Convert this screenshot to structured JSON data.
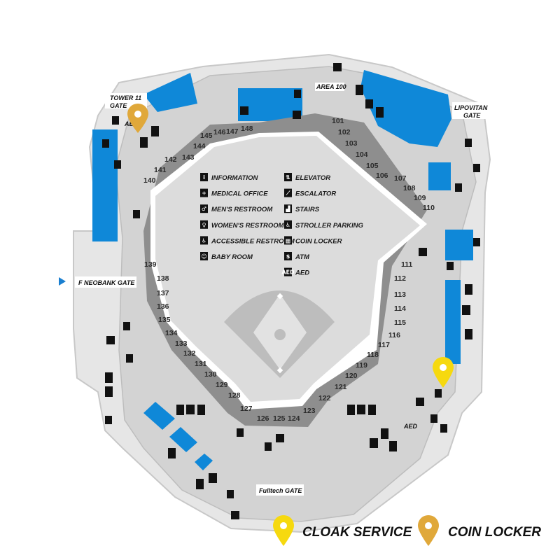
{
  "colors": {
    "concourse": "#d3d3d3",
    "outline": "#c8c8c8",
    "seat_section": "#8e8e8e",
    "blue_area": "#0f88d8",
    "field": "#ffffff",
    "dirt": "#e2e2e2",
    "cloak_pin": "#f6d90f",
    "locker_pin": "#e0a83a",
    "gate_arrow": "#1a7fd0"
  },
  "gates": {
    "tower11": "TOWER 11 GATE",
    "tower11_line1": "TOWER 11",
    "tower11_line2": "GATE",
    "lipovitan_line1": "LIPOVITAN",
    "lipovitan_line2": "GATE",
    "neobank": "F NEOBANK GATE",
    "fulltech": "Fulltech GATE",
    "area100": "AREA 100"
  },
  "sections": [
    "101",
    "102",
    "103",
    "104",
    "105",
    "106",
    "107",
    "108",
    "109",
    "110",
    "111",
    "112",
    "113",
    "114",
    "115",
    "116",
    "117",
    "118",
    "119",
    "120",
    "121",
    "122",
    "123",
    "124",
    "125",
    "126",
    "127",
    "128",
    "129",
    "130",
    "131",
    "132",
    "133",
    "134",
    "135",
    "136",
    "137",
    "138",
    "139",
    "140",
    "141",
    "142",
    "143",
    "144",
    "145",
    "146",
    "147",
    "148"
  ],
  "legend": [
    {
      "icon": "information-icon",
      "glyph": "i",
      "label": "INFORMATION"
    },
    {
      "icon": "medical-office-icon",
      "glyph": "+",
      "label": "MEDICAL OFFICE"
    },
    {
      "icon": "mens-restroom-icon",
      "glyph": "♂",
      "label": "MEN'S RESTROOM"
    },
    {
      "icon": "womens-restroom-icon",
      "glyph": "♀",
      "label": "WOMEN'S RESTROOM"
    },
    {
      "icon": "accessible-restroom-icon",
      "glyph": "♿",
      "label": "ACCESSIBLE RESTROOM"
    },
    {
      "icon": "baby-room-icon",
      "glyph": "☺",
      "label": "BABY ROOM"
    },
    {
      "icon": "elevator-icon",
      "glyph": "⇅",
      "label": "ELEVATOR"
    },
    {
      "icon": "escalator-icon",
      "glyph": "⟋",
      "label": "ESCALATOR"
    },
    {
      "icon": "stairs-icon",
      "glyph": "▟",
      "label": "STAIRS"
    },
    {
      "icon": "stroller-parking-icon",
      "glyph": "♿",
      "label": "STROLLER PARKING"
    },
    {
      "icon": "coin-locker-icon",
      "glyph": "▦",
      "label": "COIN LOCKER"
    },
    {
      "icon": "atm-icon",
      "glyph": "$",
      "label": "ATM"
    },
    {
      "icon": "aed-icon",
      "glyph": "AED",
      "label": "AED"
    }
  ],
  "pin_legend": {
    "cloak": "CLOAK SERVICE",
    "locker": "COIN LOCKER"
  },
  "labels": {
    "aed_small": "AED"
  }
}
